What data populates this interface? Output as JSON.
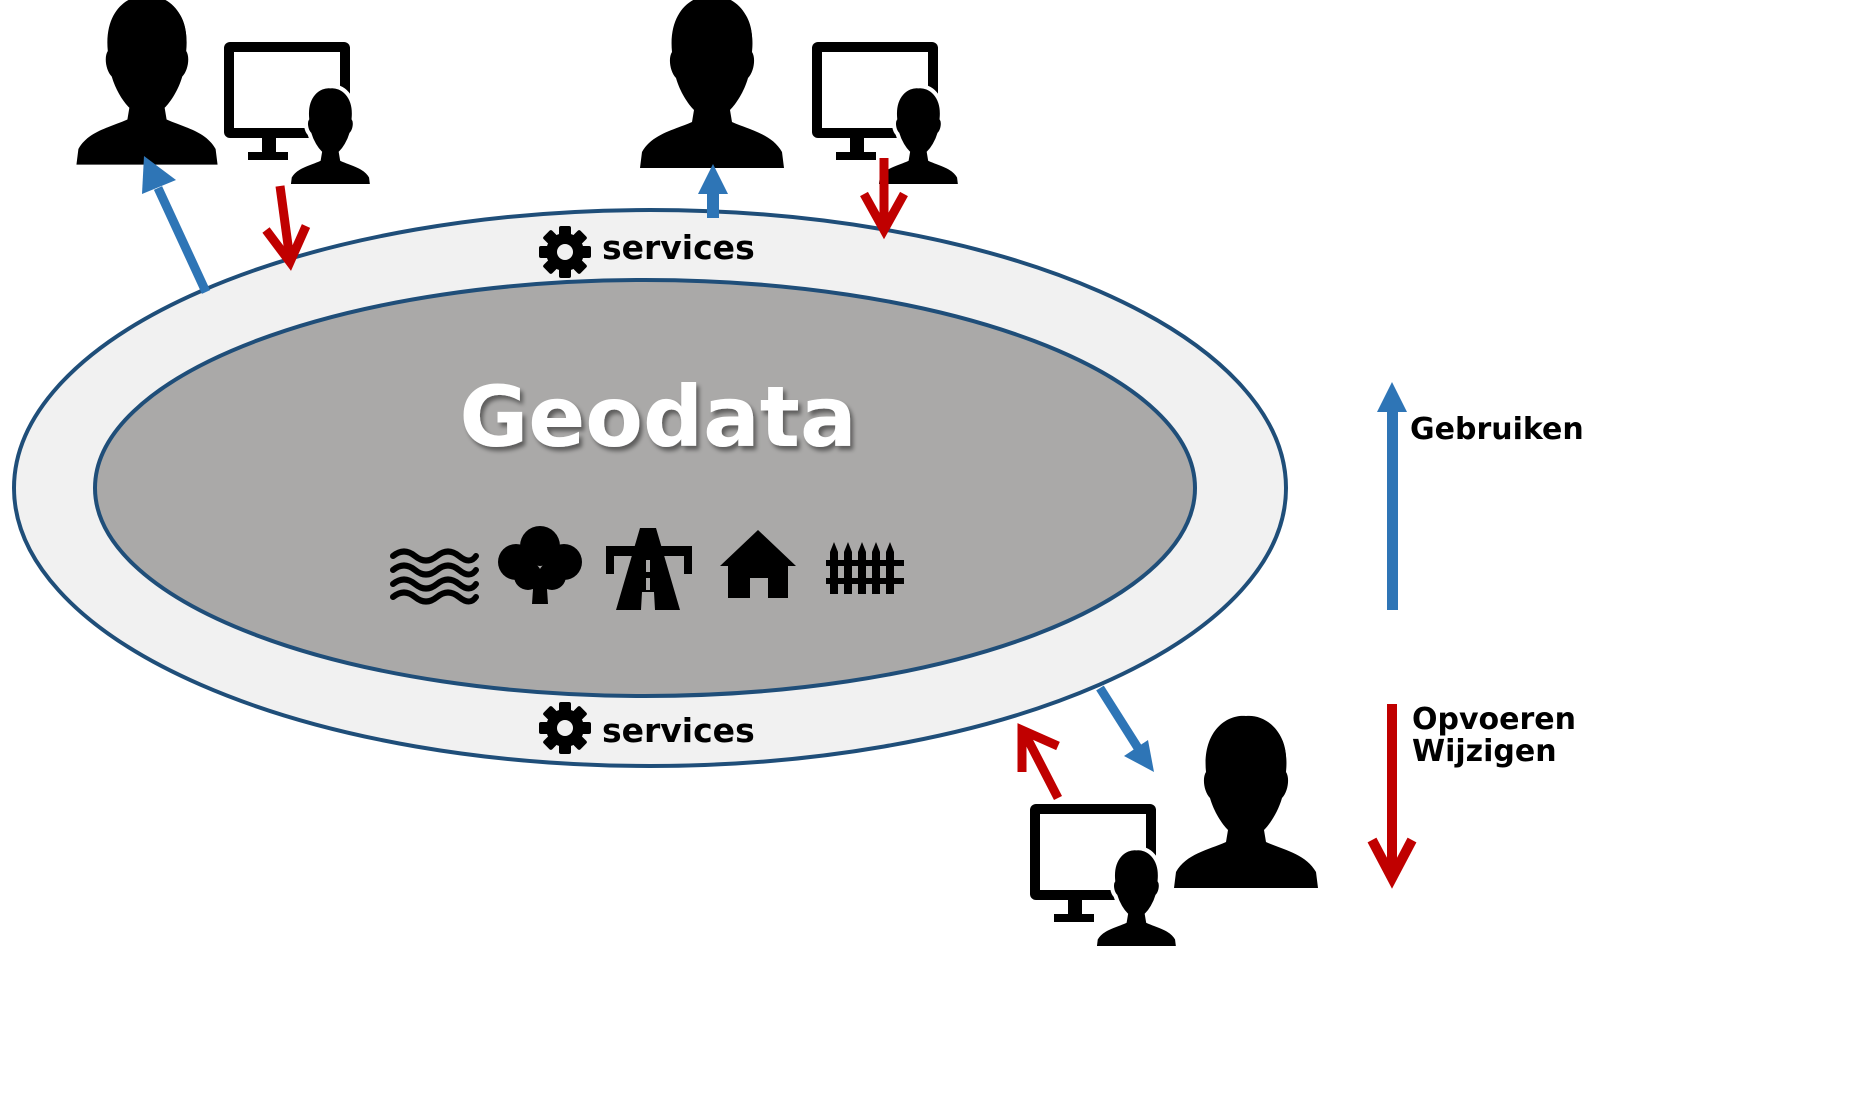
{
  "diagram": {
    "title": "Geodata",
    "services_top_label": "services",
    "services_bottom_label": "services",
    "colors": {
      "ring_fill": "#f1f1f1",
      "ring_stroke": "#1f4e79",
      "core_fill": "#aaa9a8",
      "use_arrow": "#2e75b6",
      "edit_arrow": "#c00000",
      "icon": "#000000",
      "title_text": "#ffffff"
    },
    "theme_icons": [
      "water-icon",
      "tree-icon",
      "road-icon",
      "house-icon",
      "fence-icon"
    ],
    "actor_icons": [
      "person-icon",
      "computer-user-icon"
    ]
  },
  "legend": {
    "use_label": "Gebruiken",
    "edit_line1": "Opvoeren",
    "edit_line2": "Wijzigen"
  }
}
